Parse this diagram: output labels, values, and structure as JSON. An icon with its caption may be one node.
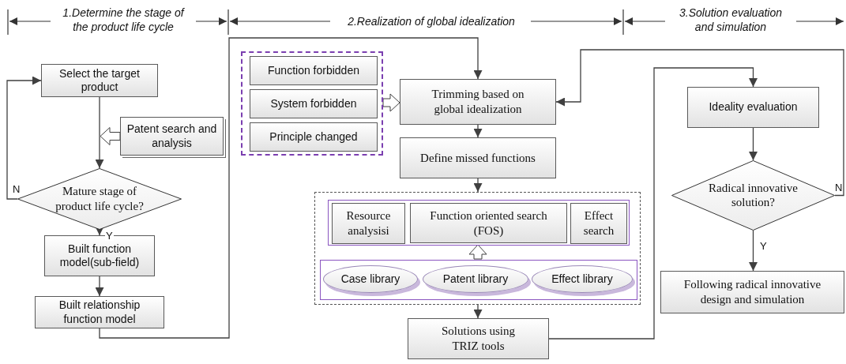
{
  "diagram": {
    "nodes": [
      {
        "text": [
          "Select the target product"
        ]
      },
      {
        "text": [
          "Patent search and analysis"
        ]
      },
      {
        "text": [
          "Mature stage of product life cycle?"
        ]
      },
      {
        "text": [
          "Built function model(sub-field)"
        ]
      },
      {
        "text": [
          "Built relationship function model"
        ]
      },
      {
        "text": [],
        "shape": "box"
      },
      {
        "text": [
          "Function forbidden"
        ],
        "in": 5
      },
      {
        "text": [
          "System forbidden"
        ],
        "in": 5
      },
      {
        "text": [
          "Principle changed"
        ],
        "in": 5
      },
      {
        "text": [
          "Trimming based on global idealization"
        ]
      },
      {
        "text": [
          "Define missed functions"
        ]
      },
      {
        "text": [],
        "shape": "box"
      },
      {
        "text": [],
        "in": 11,
        "shape": "box"
      },
      {
        "text": [
          "Resource analysisi"
        ],
        "in": 12
      },
      {
        "text": [
          "Function oriented search (FOS)"
        ],
        "in": 12
      },
      {
        "text": [
          "Effect search"
        ],
        "in": 12
      },
      {
        "text": [],
        "in": 11,
        "shape": "box"
      },
      {
        "text": [
          "Case library"
        ],
        "in": 16
      },
      {
        "text": [
          "Patent library"
        ],
        "in": 16
      },
      {
        "text": [
          "Effect library"
        ],
        "in": 16
      },
      {
        "text": [
          "Solutions using TRIZ tools"
        ]
      },
      {
        "text": [
          "Ideality evaluation"
        ]
      },
      {
        "text": [
          "Radical innovative solution?"
        ]
      },
      {
        "text": [
          "Following radical innovative design and simulation"
        ]
      }
    ],
    "edges": [
      {
        "from": 0,
        "to": 2,
        "arrow": "to"
      },
      {
        "from": 1,
        "to": null,
        "arrow": "to",
        "style": "thick"
      },
      {
        "from": 2,
        "to": 0,
        "arrow": "to",
        "label": "N"
      },
      {
        "from": 2,
        "to": 3,
        "arrow": "to",
        "label": "Y"
      },
      {
        "from": 3,
        "to": 4,
        "arrow": "to"
      },
      {
        "from": 4,
        "to": 9,
        "arrow": "to"
      },
      {
        "from": 5,
        "to": 9,
        "arrow": "to",
        "style": "thick"
      },
      {
        "from": 9,
        "to": 10,
        "arrow": "to"
      },
      {
        "from": 10,
        "to": 11,
        "arrow": "to"
      },
      {
        "from": 16,
        "to": 12,
        "arrow": "to",
        "style": "thick"
      },
      {
        "from": 11,
        "to": 20,
        "arrow": "to"
      },
      {
        "from": 20,
        "to": 21,
        "arrow": "to"
      },
      {
        "from": 21,
        "to": 22,
        "arrow": "to"
      },
      {
        "from": 22,
        "to": 23,
        "arrow": "to",
        "label": "Y"
      },
      {
        "from": 22,
        "to": 9,
        "arrow": "to",
        "label": "N"
      }
    ],
    "labels": [
      "1.Determine the stage of the product life cycle",
      "2.Realization of global idealization",
      "3.Solution evaluation and simulation"
    ]
  }
}
